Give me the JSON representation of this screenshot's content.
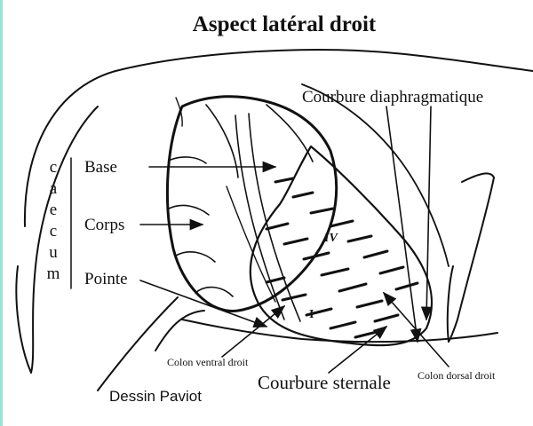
{
  "title": "Aspect latéral droit",
  "caecum_letters": [
    "c",
    "a",
    "e",
    "c",
    "u",
    "m"
  ],
  "labels": {
    "base": "Base",
    "corps": "Corps",
    "pointe": "Pointe",
    "courbure_diaphragmatique": "Courbure diaphragmatique",
    "colon_ventral_droit": "Colon ventral droit",
    "courbure_sternale": "Courbure sternale",
    "colon_dorsal_droit": "Colon dorsal droit"
  },
  "roman_numerals": {
    "upper": "IV",
    "lower": "I"
  },
  "credit": "Dessin Paviot",
  "colors": {
    "accent_strip": "#9be3d6",
    "ink": "#111111"
  }
}
